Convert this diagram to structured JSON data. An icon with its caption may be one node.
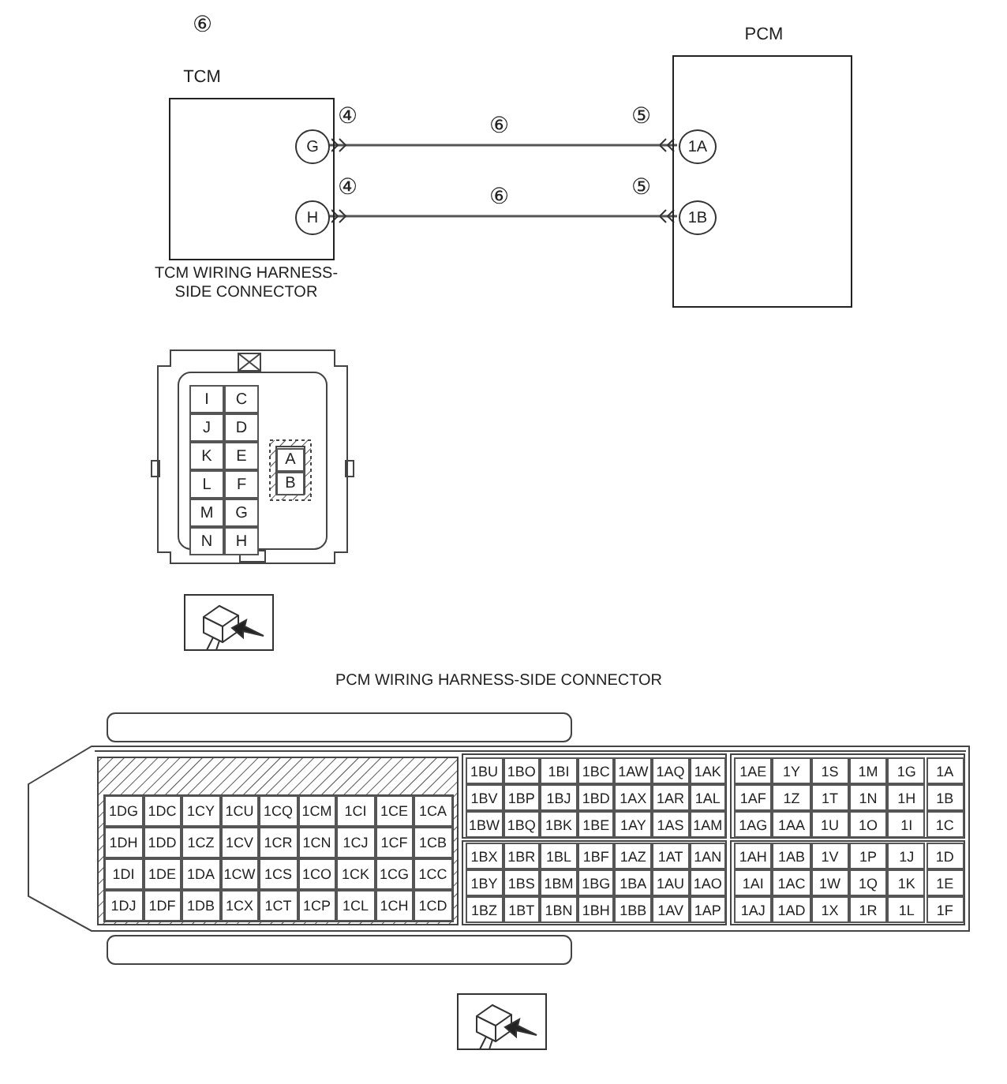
{
  "diagram": {
    "nodes": [
      {
        "text": [
          "TCM"
        ],
        "beside": [
          "⑥"
        ]
      },
      {
        "text": [
          "G"
        ],
        "in": 0
      },
      {
        "text": [
          "H"
        ],
        "in": 0
      },
      {
        "text": [
          "PCM"
        ]
      },
      {
        "text": [
          "1A"
        ],
        "in": 3
      },
      {
        "text": [
          "1B"
        ],
        "in": 3
      },
      {
        "text": [
          "TCM WIRING HARNESS-SIDE CONNECTOR"
        ]
      },
      {
        "text": [
          "PCM WIRING HARNESS-SIDE CONNECTOR"
        ]
      }
    ],
    "edges": [
      {
        "from": 1,
        "to": 4,
        "arrow": "other",
        "label": "⑥"
      },
      {
        "from": 2,
        "to": 5,
        "arrow": "other",
        "label": "⑥"
      }
    ],
    "labels": [
      "④",
      "⑤",
      "④",
      "⑤",
      "I",
      "C",
      "J",
      "D",
      "K",
      "E",
      "A",
      "L",
      "F",
      "B",
      "M",
      "G",
      "N",
      "H",
      "1DG",
      "1DC",
      "1CY",
      "1CU",
      "1CQ",
      "1CM",
      "1CI",
      "1CE",
      "1CA",
      "1DH",
      "1DD",
      "1CZ",
      "1CV",
      "1CR",
      "1CN",
      "1CJ",
      "1CF",
      "1CB",
      "1DI",
      "1DE",
      "1DA",
      "1CW",
      "1CS",
      "1CO",
      "1CK",
      "1CG",
      "1CC",
      "1DJ",
      "1DF",
      "1DB",
      "1CX",
      "1CT",
      "1CP",
      "1CL",
      "1CH",
      "1CD",
      "1BU",
      "1BO",
      "1BI",
      "1BC",
      "1AW",
      "1AQ",
      "1AK",
      "1BV",
      "1BP",
      "1BJ",
      "1BD",
      "1AX",
      "1AR",
      "1AL",
      "1BW",
      "1BQ",
      "1BK",
      "1BE",
      "1AY",
      "1AS",
      "1AM",
      "1AE",
      "1Y",
      "1S",
      "1M",
      "1G",
      "1A",
      "1AF",
      "1Z",
      "1T",
      "1N",
      "1H",
      "1B",
      "1AG",
      "1AA",
      "1U",
      "1O",
      "1I",
      "1C",
      "1BX",
      "1BR",
      "1BL",
      "1BF",
      "1AZ",
      "1AT",
      "1AN",
      "1BY",
      "1BS",
      "1BM",
      "1BG",
      "1BA",
      "1AU",
      "1AO",
      "1BZ",
      "1BT",
      "1BN",
      "1BH",
      "1BB",
      "1AV",
      "1AP",
      "1AH",
      "1AB",
      "1V",
      "1P",
      "1J",
      "1D",
      "1AI",
      "1AC",
      "1W",
      "1Q",
      "1K",
      "1E",
      "1AJ",
      "1AD",
      "1X",
      "1R",
      "1L",
      "1F"
    ]
  }
}
